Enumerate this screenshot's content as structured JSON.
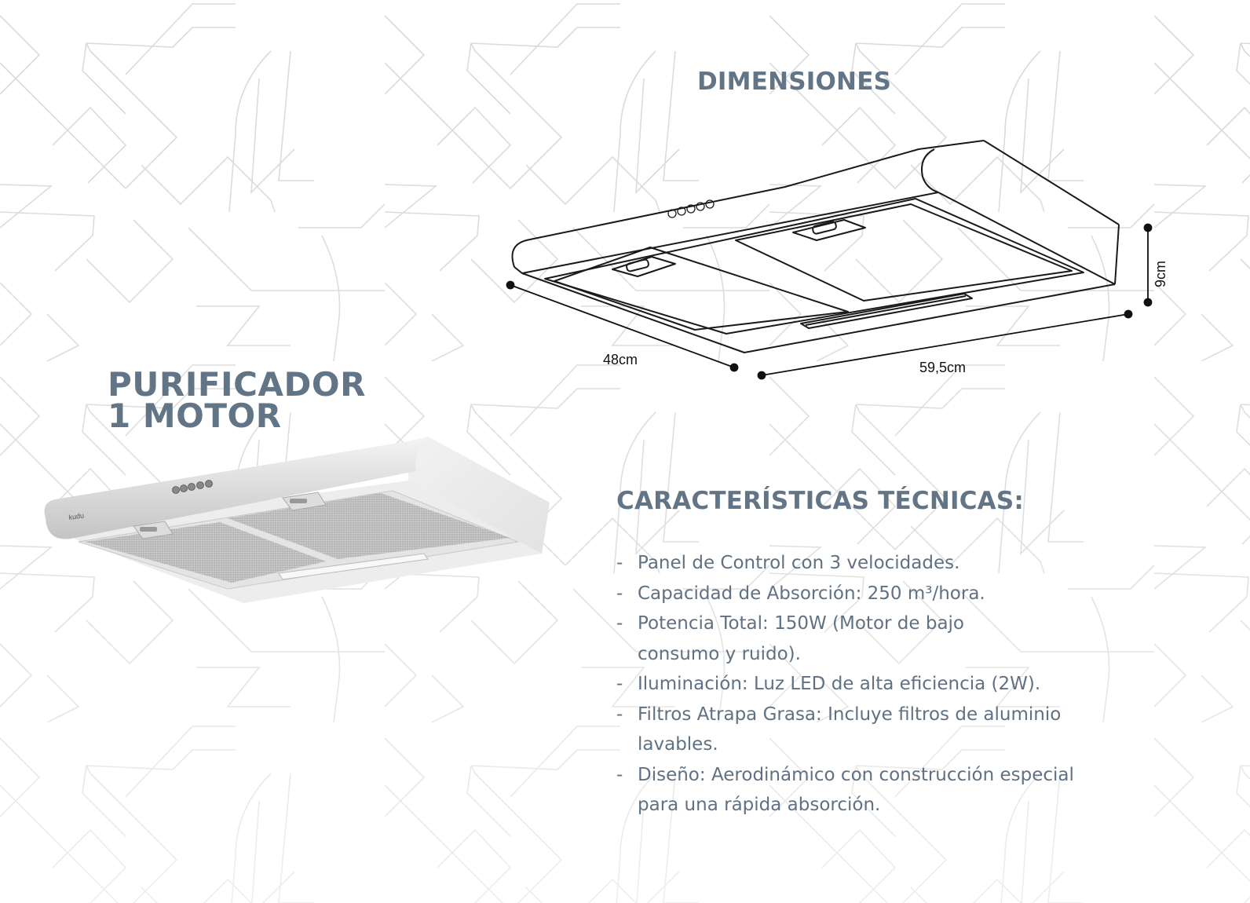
{
  "dimensions": {
    "title": "DIMENSIONES",
    "depth_label": "48cm",
    "width_label": "59,5cm",
    "height_label": "9cm"
  },
  "product": {
    "title_line1": "PURIFICADOR",
    "title_line2": "1 MOTOR",
    "brand": "kudu",
    "control_buttons": 5
  },
  "specs": {
    "title": "CARACTERÍSTICAS TÉCNICAS:",
    "bullet": "-",
    "items": [
      {
        "text": "Panel de Control con 3 velocidades."
      },
      {
        "text": "Capacidad de Absorción: 250 m³/hora."
      },
      {
        "text": "Potencia Total: 150W (Motor de bajo consumo y ruido)."
      },
      {
        "text": "Iluminación: Luz LED de alta eficiencia (2W)."
      },
      {
        "text": "Filtros Atrapa Grasa: Incluye filtros de aluminio lavables."
      },
      {
        "text": "Diseño: Aerodinámico con construcción especial para una rápida absorción."
      }
    ]
  },
  "colors": {
    "heading": "#627587",
    "body_text": "#5f7182",
    "diagram_line": "#1a1a1a",
    "pattern_line": "#dcdcdc",
    "background": "#ffffff"
  }
}
